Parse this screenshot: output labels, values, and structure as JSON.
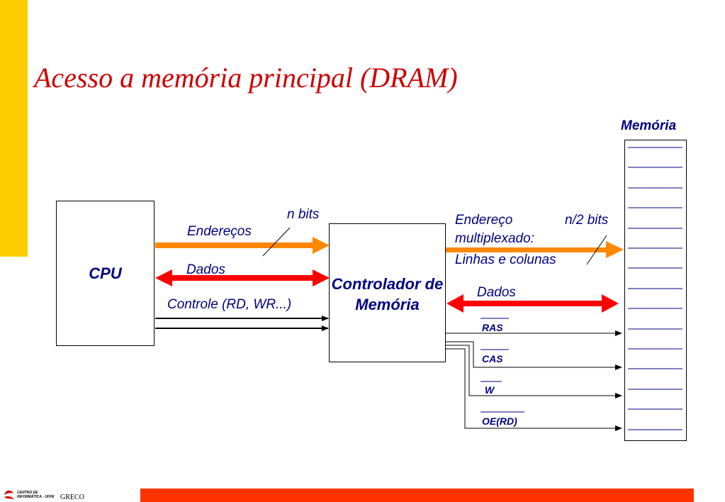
{
  "title": "Acesso a memória principal (DRAM)",
  "cpu": {
    "label": "CPU"
  },
  "controller": {
    "label": "Controlador de Memória"
  },
  "memory": {
    "title": "Memória",
    "row_count": 15
  },
  "bus_left": {
    "address_label": "Endereços",
    "width_label": "n bits",
    "data_label": "Dados",
    "control_label": "Controle (RD, WR...)"
  },
  "bus_right": {
    "address_line1": "Endereço",
    "address_line2": "multiplexado:",
    "address_line3": "Linhas e colunas",
    "width_label": "n/2 bits",
    "data_label": "Dados"
  },
  "signals": [
    "RAS",
    "CAS",
    "W",
    "OE(RD)"
  ],
  "footer": {
    "logo_line1": "CENTRO DE",
    "logo_line2": "INFORMÁTICA - UFPE",
    "group": "GRECO"
  },
  "colors": {
    "title": "#cc0000",
    "text": "#000080",
    "address_arrow": "#ff8800",
    "data_arrow": "#ff0000",
    "left_bar": "#ffcc00",
    "bottom_bar": "#ff3300"
  }
}
